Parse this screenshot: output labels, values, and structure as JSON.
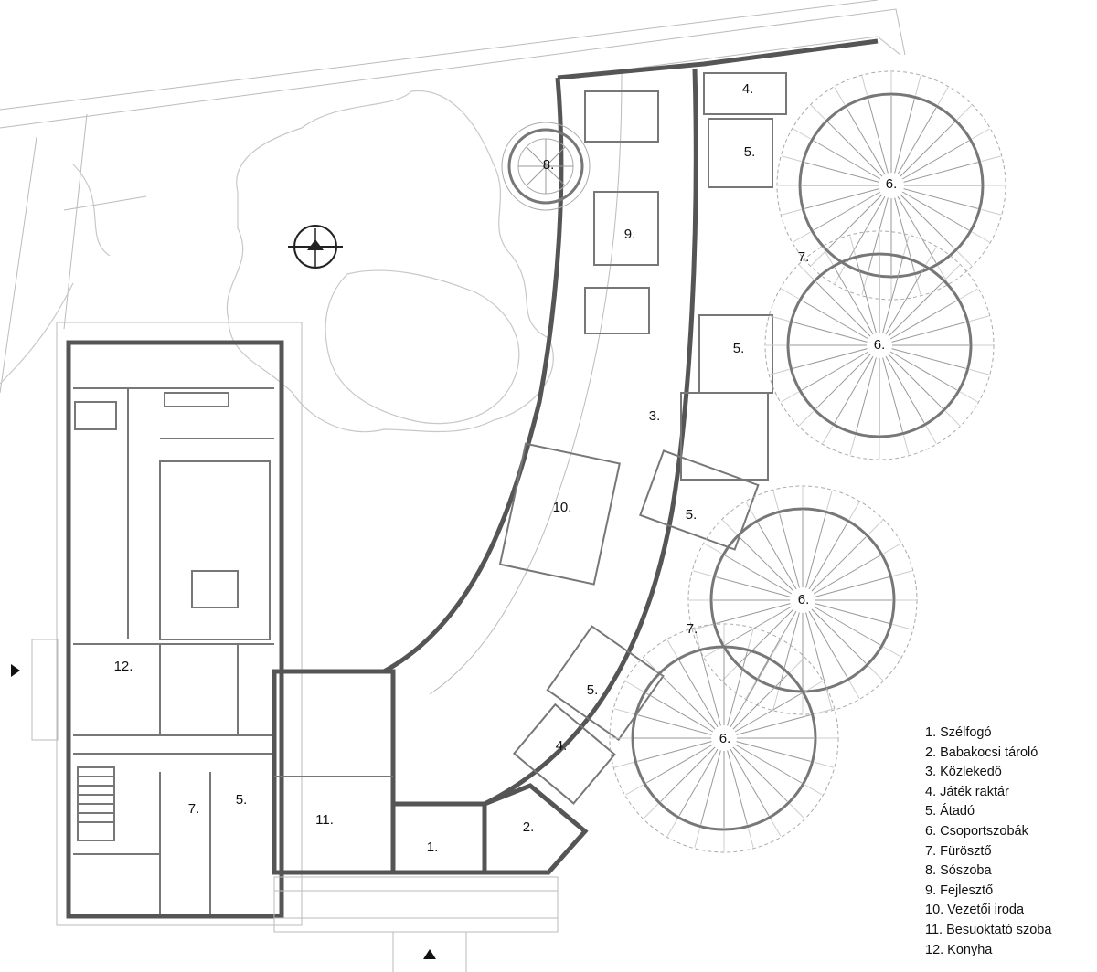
{
  "rooms": [
    {
      "id": "r1",
      "text": "1."
    },
    {
      "id": "r2",
      "text": "2."
    },
    {
      "id": "r3",
      "text": "3."
    },
    {
      "id": "r4a",
      "text": "4."
    },
    {
      "id": "r4b",
      "text": "4."
    },
    {
      "id": "r5a",
      "text": "5."
    },
    {
      "id": "r5b",
      "text": "5."
    },
    {
      "id": "r5c",
      "text": "5."
    },
    {
      "id": "r5d",
      "text": "5."
    },
    {
      "id": "r5e",
      "text": "5."
    },
    {
      "id": "r6a",
      "text": "6."
    },
    {
      "id": "r6b",
      "text": "6."
    },
    {
      "id": "r6c",
      "text": "6."
    },
    {
      "id": "r6d",
      "text": "6."
    },
    {
      "id": "r7a",
      "text": "7."
    },
    {
      "id": "r7b",
      "text": "7."
    },
    {
      "id": "r7c",
      "text": "7."
    },
    {
      "id": "r8",
      "text": "8."
    },
    {
      "id": "r9",
      "text": "9."
    },
    {
      "id": "r10",
      "text": "10."
    },
    {
      "id": "r11",
      "text": "11."
    },
    {
      "id": "r12",
      "text": "12."
    }
  ],
  "legend": [
    "1. Szélfogó",
    "2. Babakocsi tároló",
    "3. Közlekedő",
    "4. Játék raktár",
    "5. Átadó",
    "6. Csoportszobák",
    "7. Fürösztő",
    "8. Sószoba",
    "9. Fejlesztő",
    "10. Vezetői iroda",
    "11. Besuoktató szoba",
    "12. Konyha"
  ],
  "icons": {
    "north_arrow": "north-arrow-icon",
    "entrance_left": "triangle-right-icon",
    "entrance_bottom": "triangle-up-icon"
  },
  "colors": {
    "wall": "#555555",
    "line": "#999999",
    "tree": "#c8c8c8",
    "text": "#111111"
  }
}
